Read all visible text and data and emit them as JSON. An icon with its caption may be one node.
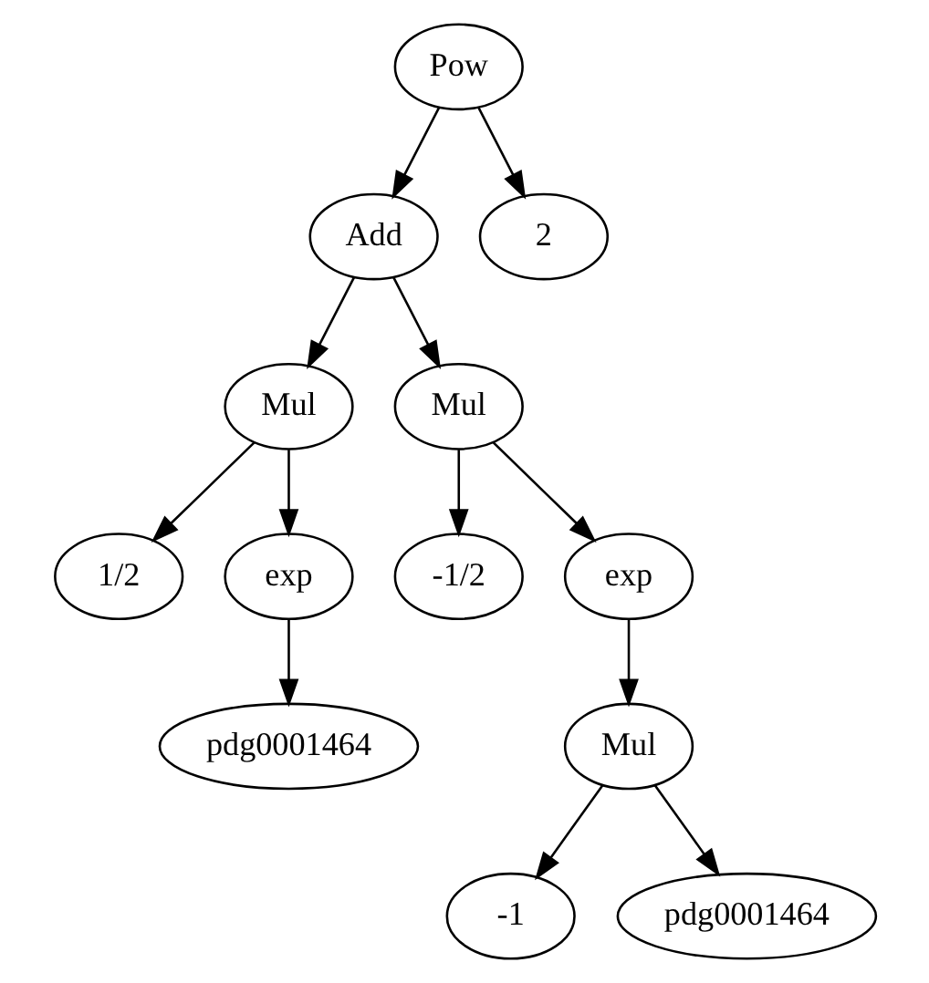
{
  "diagram": {
    "nodes": [
      {
        "text": [
          "Pow"
        ]
      },
      {
        "text": [
          "Add"
        ]
      },
      {
        "text": [
          "2"
        ]
      },
      {
        "text": [
          "Mul"
        ]
      },
      {
        "text": [
          "Mul"
        ]
      },
      {
        "text": [
          "1/2"
        ]
      },
      {
        "text": [
          "exp"
        ]
      },
      {
        "text": [
          "-1/2"
        ]
      },
      {
        "text": [
          "exp"
        ]
      },
      {
        "text": [
          "pdg0001464"
        ]
      },
      {
        "text": [
          "Mul"
        ]
      },
      {
        "text": [
          "-1"
        ]
      },
      {
        "text": [
          "pdg0001464"
        ]
      }
    ],
    "edges": [
      {
        "from": 0,
        "to": 1,
        "arrow": "to"
      },
      {
        "from": 0,
        "to": 2,
        "arrow": "to"
      },
      {
        "from": 1,
        "to": 3,
        "arrow": "to"
      },
      {
        "from": 1,
        "to": 4,
        "arrow": "to"
      },
      {
        "from": 3,
        "to": 5,
        "arrow": "to"
      },
      {
        "from": 3,
        "to": 6,
        "arrow": "to"
      },
      {
        "from": 4,
        "to": 7,
        "arrow": "to"
      },
      {
        "from": 4,
        "to": 8,
        "arrow": "to"
      },
      {
        "from": 6,
        "to": 9,
        "arrow": "to"
      },
      {
        "from": 8,
        "to": 10,
        "arrow": "to"
      },
      {
        "from": 10,
        "to": 11,
        "arrow": "to"
      },
      {
        "from": 10,
        "to": 12,
        "arrow": "to"
      }
    ]
  }
}
